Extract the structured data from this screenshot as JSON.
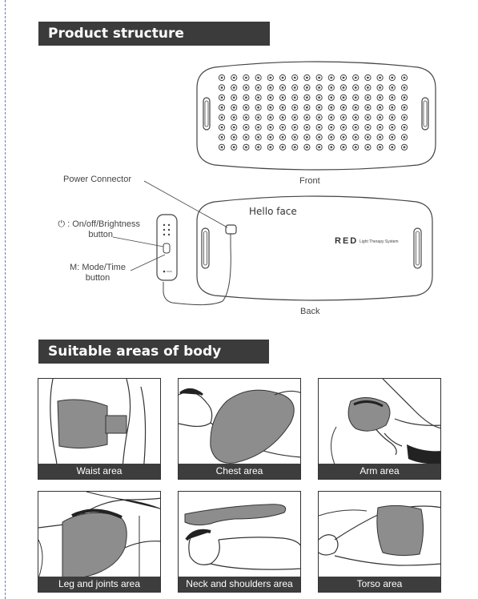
{
  "sections": {
    "structure_title": "Product structure",
    "areas_title": "Suitable areas of body"
  },
  "diagram": {
    "front_label": "Front",
    "back_label": "Back",
    "power_connector": "Power Connector",
    "onoff_label_line1": "⏻ : On/off/Brightness",
    "onoff_label_line2": "button",
    "mode_label_line1": "M: Mode/Time",
    "mode_label_line2": "button",
    "brand_text": "Hello face",
    "red_text": "RED",
    "system_text": "Light Therapy System"
  },
  "areas": [
    {
      "caption": "Waist area",
      "icon": "waist-illustration"
    },
    {
      "caption": "Chest area",
      "icon": "chest-illustration"
    },
    {
      "caption": "Arm area",
      "icon": "arm-illustration"
    },
    {
      "caption": "Leg and joints area",
      "icon": "leg-illustration"
    },
    {
      "caption": "Neck and shoulders area",
      "icon": "neck-illustration"
    },
    {
      "caption": "Torso area",
      "icon": "torso-illustration"
    }
  ]
}
